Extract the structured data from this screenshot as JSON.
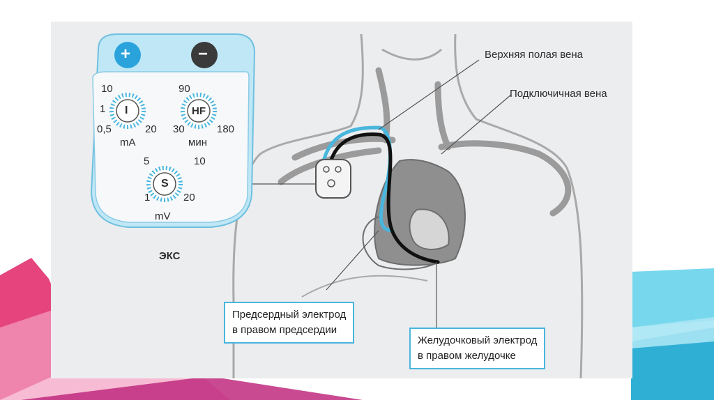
{
  "device": {
    "plus_symbol": "+",
    "minus_symbol": "−",
    "dial_i": {
      "label": "I",
      "ticks": [
        "10",
        "1",
        "0,5",
        "20"
      ],
      "unit": "mA"
    },
    "dial_hf": {
      "label": "HF",
      "ticks": [
        "90",
        "30",
        "180"
      ],
      "unit": "мин"
    },
    "dial_s": {
      "label": "S",
      "ticks": [
        "5",
        "10",
        "1",
        "20"
      ],
      "unit": "mV"
    },
    "name": "ЭКС"
  },
  "labels": {
    "svc": "Верхняя полая вена",
    "subclavian": "Подключичная вена"
  },
  "callouts": {
    "atrial": {
      "line1": "Предсердный электрод",
      "line2": "в правом предсердии"
    },
    "ventricular": {
      "line1": "Желудочковый электрод",
      "line2": "в правом желудочке"
    }
  },
  "colors": {
    "accent_blue": "#49b6dd",
    "device_button_plus": "#2aa3dc",
    "device_button_minus": "#3a3a3a",
    "heart_gray": "#8a8a8a"
  }
}
